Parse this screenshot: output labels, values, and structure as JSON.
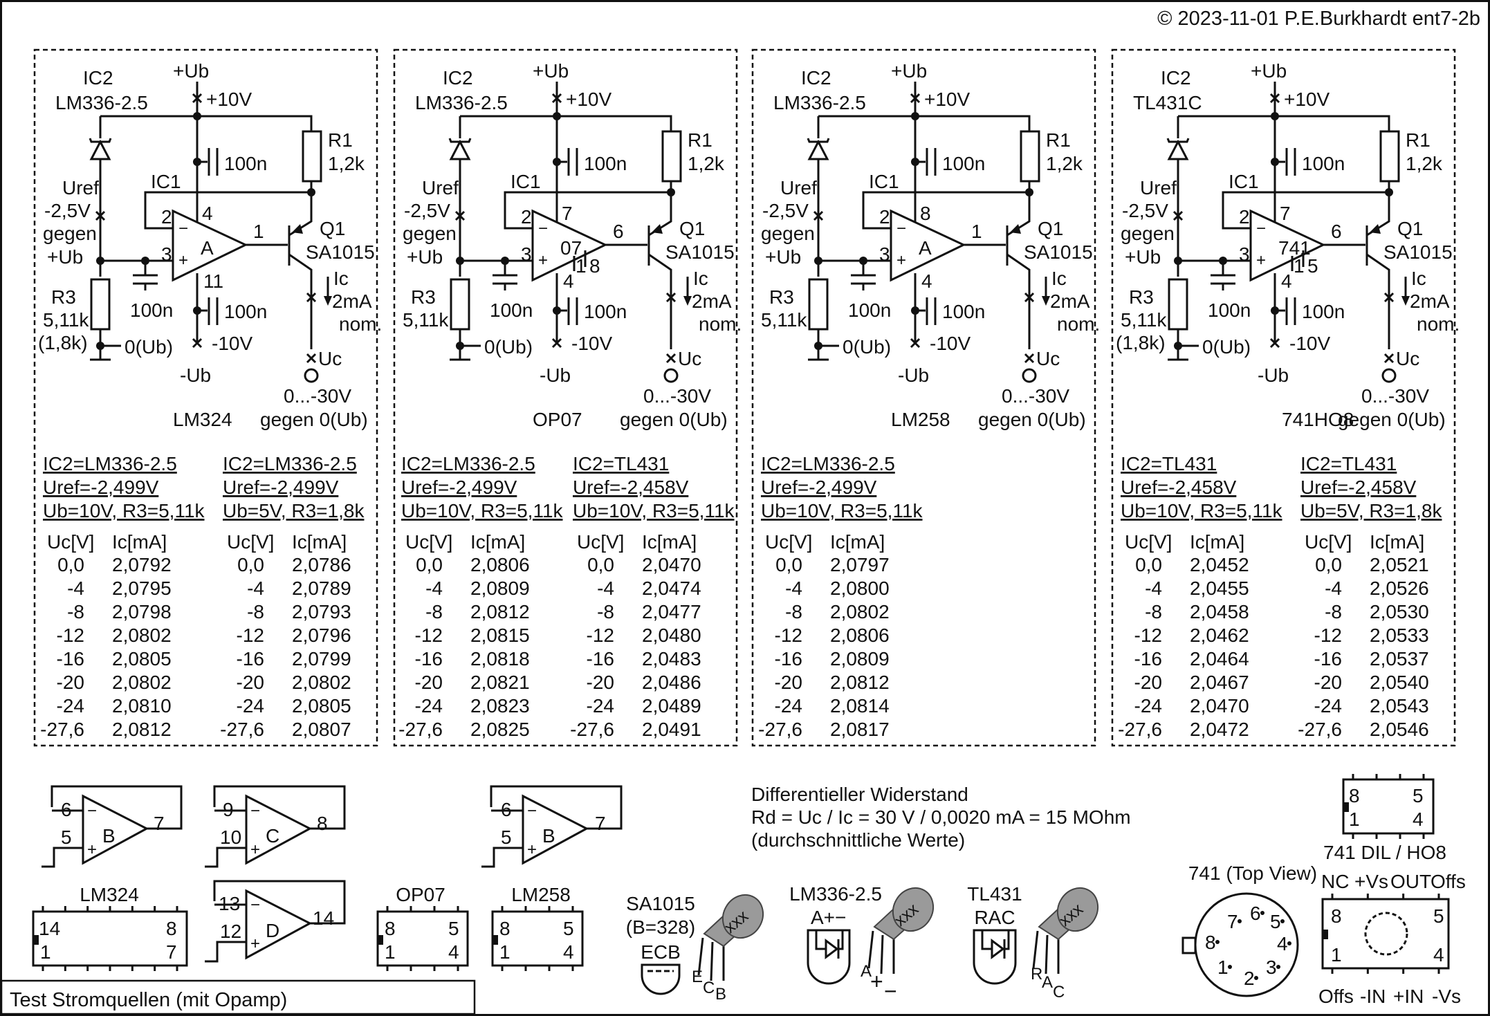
{
  "header": {
    "copyright": "© 2023-11-01 P.E.Burkhardt ent7-2b"
  },
  "title": "Test Stromquellen (mit Opamp)",
  "circuits": [
    {
      "ic2_label": "IC2",
      "ic2_part": "LM336-2.5",
      "opamp_label": "A",
      "opamp_part": "LM324",
      "pin_inv": "2",
      "pin_noninv": "3",
      "pin_out": "1",
      "pin_vp": "4",
      "pin_vn": "11",
      "pin_extra": [
        "",
        ""
      ],
      "r3_value": "5,11k",
      "r3_alt": "(1,8k)"
    },
    {
      "ic2_label": "IC2",
      "ic2_part": "LM336-2.5",
      "opamp_label": "07",
      "opamp_part": "OP07",
      "pin_inv": "2",
      "pin_noninv": "3",
      "pin_out": "6",
      "pin_vp": "7",
      "pin_vn": "4",
      "pin_extra": [
        "1",
        "8"
      ],
      "r3_value": "5,11k",
      "r3_alt": ""
    },
    {
      "ic2_label": "IC2",
      "ic2_part": "LM336-2.5",
      "opamp_label": "A",
      "opamp_part": "LM258",
      "pin_inv": "2",
      "pin_noninv": "3",
      "pin_out": "1",
      "pin_vp": "8",
      "pin_vn": "4",
      "pin_extra": [
        "",
        ""
      ],
      "r3_value": "5,11k",
      "r3_alt": ""
    },
    {
      "ic2_label": "IC2",
      "ic2_part": "TL431C",
      "opamp_label": "741",
      "opamp_part": "741HO8",
      "pin_inv": "2",
      "pin_noninv": "3",
      "pin_out": "6",
      "pin_vp": "7",
      "pin_vn": "4",
      "pin_extra": [
        "1",
        "5"
      ],
      "r3_value": "5,11k",
      "r3_alt": "(1,8k)"
    }
  ],
  "common": {
    "vplus": "+Ub",
    "vplus_val": "+10V",
    "cap": "100n",
    "r1": "R1",
    "r1_val": "1,2k",
    "ic1": "IC1",
    "uref": "Uref",
    "uref_val": "-2,5V",
    "gegen": "gegen",
    "plus_ub": "+Ub",
    "r3": "R3",
    "ground": "0(Ub)",
    "vminus_val": "-10V",
    "vminus": "-Ub",
    "q1": "Q1",
    "q1_part": "SA1015",
    "ic": "Ic",
    "ic_val": "2mA",
    "ic_nom": "nom.",
    "uc": "Uc",
    "uc_range": "0...-30V",
    "uc_ref": "gegen 0(Ub)"
  },
  "tables": [
    {
      "h": [
        "IC2=LM336-2.5",
        "Uref=-2,499V",
        "Ub=10V, R3=5,11k"
      ],
      "c": [
        "Uc[V]",
        "Ic[mA]"
      ],
      "uc": [
        "0,0",
        "-4",
        "-8",
        "-12",
        "-16",
        "-20",
        "-24",
        "-27,6"
      ],
      "ic": [
        "2,0792",
        "2,0795",
        "2,0798",
        "2,0802",
        "2,0805",
        "2,0802",
        "2,0810",
        "2,0812"
      ]
    },
    {
      "h": [
        "IC2=LM336-2.5",
        "Uref=-2,499V",
        "Ub=5V, R3=1,8k"
      ],
      "c": [
        "Uc[V]",
        "Ic[mA]"
      ],
      "uc": [
        "0,0",
        "-4",
        "-8",
        "-12",
        "-16",
        "-20",
        "-24",
        "-27,6"
      ],
      "ic": [
        "2,0786",
        "2,0789",
        "2,0793",
        "2,0796",
        "2,0799",
        "2,0802",
        "2,0805",
        "2,0807"
      ]
    },
    {
      "h": [
        "IC2=LM336-2.5",
        "Uref=-2,499V",
        "Ub=10V, R3=5,11k"
      ],
      "c": [
        "Uc[V]",
        "Ic[mA]"
      ],
      "uc": [
        "0,0",
        "-4",
        "-8",
        "-12",
        "-16",
        "-20",
        "-24",
        "-27,6"
      ],
      "ic": [
        "2,0806",
        "2,0809",
        "2,0812",
        "2,0815",
        "2,0818",
        "2,0821",
        "2,0823",
        "2,0825"
      ]
    },
    {
      "h": [
        "IC2=TL431",
        "Uref=-2,458V",
        "Ub=10V, R3=5,11k"
      ],
      "c": [
        "Uc[V]",
        "Ic[mA]"
      ],
      "uc": [
        "0,0",
        "-4",
        "-8",
        "-12",
        "-16",
        "-20",
        "-24",
        "-27,6"
      ],
      "ic": [
        "2,0470",
        "2,0474",
        "2,0477",
        "2,0480",
        "2,0483",
        "2,0486",
        "2,0489",
        "2,0491"
      ]
    },
    {
      "h": [
        "IC2=LM336-2.5",
        "Uref=-2,499V",
        "Ub=10V, R3=5,11k"
      ],
      "c": [
        "Uc[V]",
        "Ic[mA]"
      ],
      "uc": [
        "0,0",
        "-4",
        "-8",
        "-12",
        "-16",
        "-20",
        "-24",
        "-27,6"
      ],
      "ic": [
        "2,0797",
        "2,0800",
        "2,0802",
        "2,0806",
        "2,0809",
        "2,0812",
        "2,0814",
        "2,0817"
      ]
    },
    {
      "h": [
        "IC2=TL431",
        "Uref=-2,458V",
        "Ub=10V, R3=5,11k"
      ],
      "c": [
        "Uc[V]",
        "Ic[mA]"
      ],
      "uc": [
        "0,0",
        "-4",
        "-8",
        "-12",
        "-16",
        "-20",
        "-24",
        "-27,6"
      ],
      "ic": [
        "2,0452",
        "2,0455",
        "2,0458",
        "2,0462",
        "2,0464",
        "2,0467",
        "2,0470",
        "2,0472"
      ]
    },
    {
      "h": [
        "IC2=TL431",
        "Uref=-2,458V",
        "Ub=5V, R3=1,8k"
      ],
      "c": [
        "Uc[V]",
        "Ic[mA]"
      ],
      "uc": [
        "0,0",
        "-4",
        "-8",
        "-12",
        "-16",
        "-20",
        "-24",
        "-27,6"
      ],
      "ic": [
        "2,0521",
        "2,0526",
        "2,0530",
        "2,0533",
        "2,0537",
        "2,0540",
        "2,0543",
        "2,0546"
      ]
    }
  ],
  "diff": {
    "line1": "Differentieller Widerstand",
    "line2": "Rd = Uc / Ic = 30 V / 0,0020 mA = 15 MOhm",
    "line3": "(durchschnittliche Werte)"
  },
  "bottom": {
    "opB": {
      "inv": "6",
      "non": "5",
      "out": "7",
      "lab": "B"
    },
    "opC": {
      "inv": "9",
      "non": "10",
      "out": "8",
      "lab": "C"
    },
    "opD": {
      "inv": "13",
      "non": "12",
      "out": "14",
      "lab": "D"
    },
    "lm324": "LM324",
    "lm324_p": [
      "14",
      "8",
      "1",
      "7"
    ],
    "op07": "OP07",
    "lm258": "LM258",
    "dip8_p": [
      "8",
      "5",
      "1",
      "4"
    ],
    "sa1015": "SA1015",
    "sa1015_b": "(B=328)",
    "sa1015_pins": "ECB",
    "sa_e": "E",
    "sa_c": "C",
    "sa_b": "B",
    "lm336": "LM336-2.5",
    "lm336_pins": "A+−",
    "lm336_a": "A",
    "lm336_plus": "+",
    "lm336_minus": "−",
    "tl431": "TL431",
    "tl431_pins": "RAC",
    "tl_r": "R",
    "tl_a": "A",
    "tl_c": "C",
    "to92_mark": "xxx",
    "top741": "741 (Top View)",
    "can_pins": [
      "1",
      "2",
      "3",
      "4",
      "5",
      "6",
      "7",
      "8"
    ],
    "dil741": "741 DIL / HO8",
    "dil_top": [
      "NC",
      "+Vs",
      "OUT",
      "Offs"
    ],
    "dil_bot": [
      "Offs",
      "-IN",
      "+IN",
      "-Vs"
    ]
  }
}
